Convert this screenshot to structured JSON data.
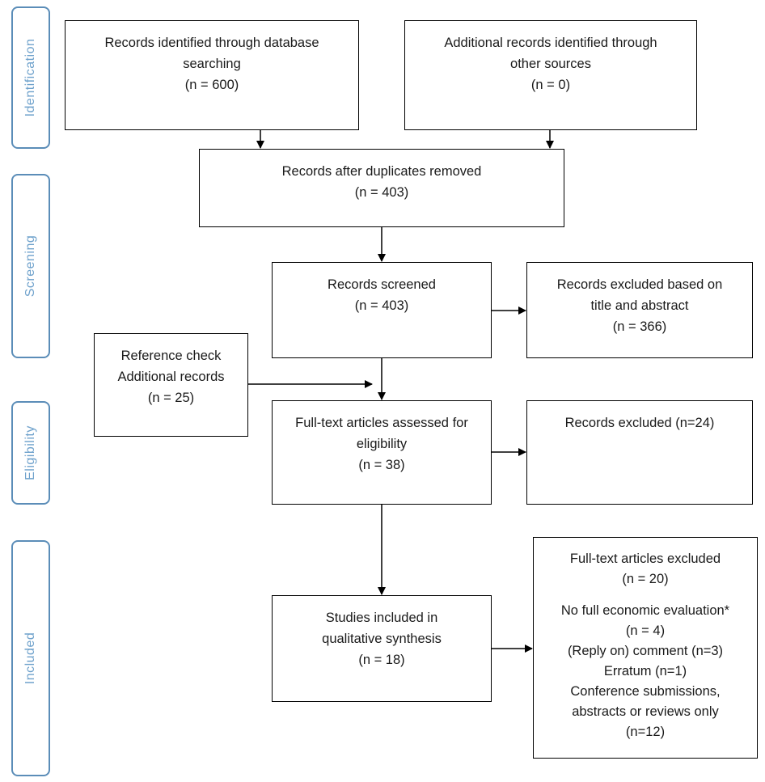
{
  "stages": {
    "identification": "Identification",
    "screening": "Screening",
    "eligibility": "Eligibility",
    "included": "Included"
  },
  "boxes": {
    "db_search": {
      "lines": [
        "Records identified through database",
        "searching",
        "(n = 600)"
      ]
    },
    "other_sources": {
      "lines": [
        "Additional records identified through",
        "other sources",
        "(n = 0)"
      ]
    },
    "after_duplicates": {
      "lines": [
        "Records after duplicates removed",
        "(n = 403)"
      ]
    },
    "screened": {
      "lines": [
        "Records screened",
        "(n = 403)"
      ]
    },
    "excluded_title": {
      "lines": [
        "Records excluded based on",
        "title and abstract",
        "(n = 366)"
      ]
    },
    "reference_check": {
      "lines": [
        "Reference  check",
        "Additional records",
        "(n = 25)"
      ]
    },
    "fulltext_assessed": {
      "lines": [
        "Full-text articles assessed for",
        "eligibility",
        "(n = 38)"
      ]
    },
    "records_excluded": {
      "lines": [
        "Records excluded (n=24)"
      ]
    },
    "studies_included": {
      "lines": [
        "Studies included in",
        "qualitative synthesis",
        "(n = 18)"
      ]
    },
    "fulltext_excluded": {
      "header": [
        "Full-text articles excluded",
        "(n = 20)"
      ],
      "details": [
        "No full economic evaluation*",
        "(n = 4)",
        "(Reply on) comment  (n=3)",
        "Erratum (n=1)",
        "Conference submissions,",
        "abstracts or reviews only",
        "(n=12)"
      ]
    }
  }
}
